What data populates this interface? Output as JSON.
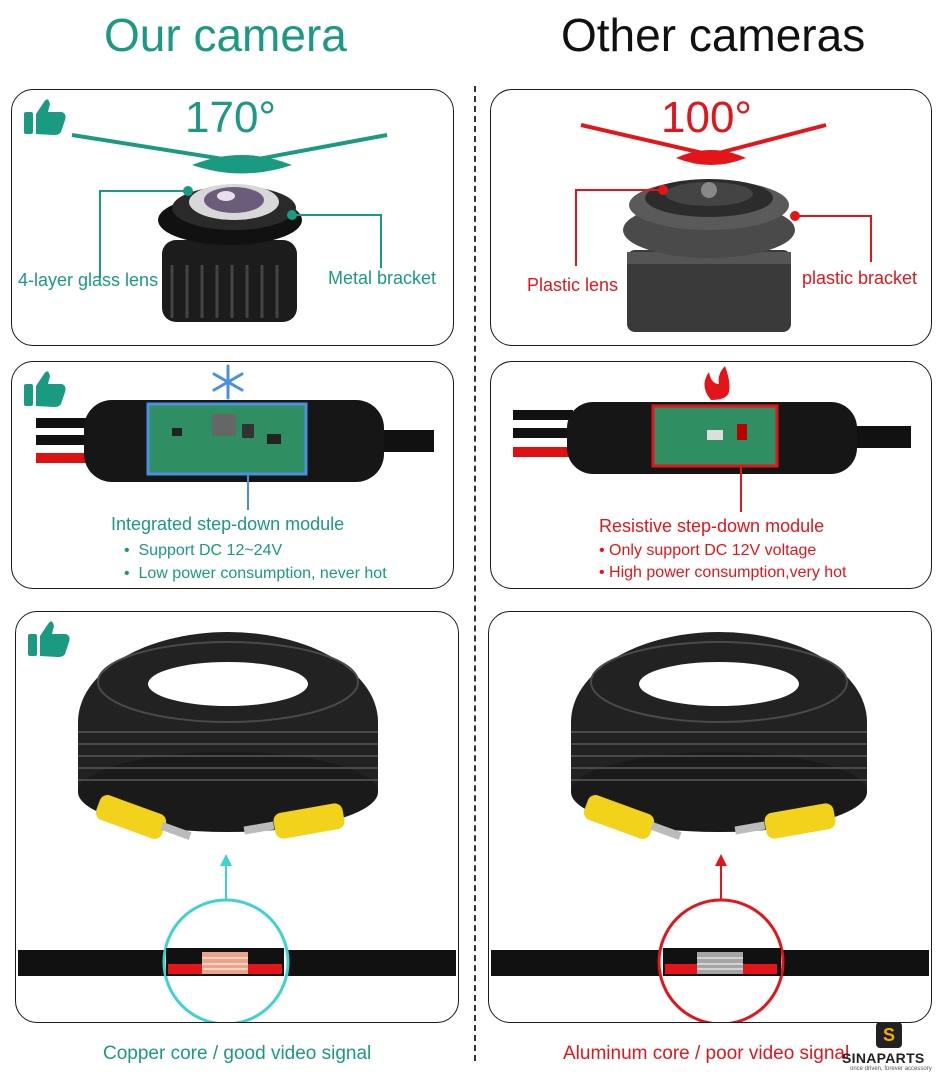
{
  "headings": {
    "ours": "Our camera",
    "others": "Other cameras"
  },
  "lens": {
    "ours": {
      "angle": "170°",
      "lens_label": "4-layer glass lens",
      "bracket_label": "Metal bracket"
    },
    "others": {
      "angle": "100°",
      "lens_label": "Plastic lens",
      "bracket_label": "plastic bracket"
    }
  },
  "module": {
    "ours": {
      "title": "Integrated step-down module",
      "bullets": [
        "Support DC 12~24V",
        "Low power consumption, never hot"
      ]
    },
    "others": {
      "title": "Resistive step-down module",
      "bullets": [
        "Only support DC 12V voltage",
        "High power consumption,very hot"
      ]
    }
  },
  "cable": {
    "ours": {
      "caption": "Copper core / good video signal"
    },
    "others": {
      "caption": "Aluminum core / poor video signal"
    }
  },
  "brand": {
    "name": "SINAPARTS",
    "tagline": "once driven, forever accessory"
  },
  "colors": {
    "green": "#1a9a80",
    "red": "#e3151b",
    "teal_circle": "#3fd3d0"
  }
}
